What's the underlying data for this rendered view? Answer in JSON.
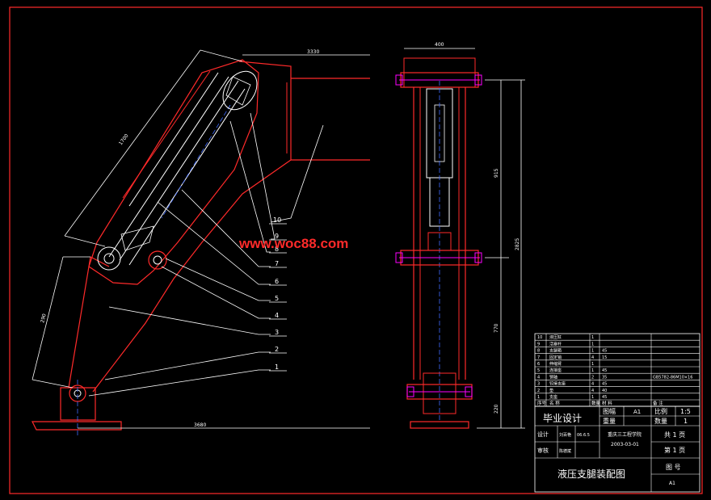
{
  "watermark": "www.woc88.com",
  "dimensions": {
    "dim_330": "3330",
    "dim_400": "400",
    "dim_1700": "1700",
    "dim_915": "915",
    "dim_2825": "2825",
    "dim_770": "770",
    "dim_290": "290",
    "dim_3680": "3680",
    "dim_220": "220"
  },
  "balloons": [
    "10",
    "9",
    "8",
    "7",
    "6",
    "5",
    "4",
    "3",
    "2",
    "1"
  ],
  "parts_list": {
    "rows": [
      {
        "no": "10",
        "name": "液压缸",
        "qty": "1",
        "mat": "",
        "note": ""
      },
      {
        "no": "9",
        "name": "活塞杆",
        "qty": "1",
        "mat": "",
        "note": ""
      },
      {
        "no": "8",
        "name": "支腿箱",
        "qty": "1",
        "mat": "45",
        "note": ""
      },
      {
        "no": "7",
        "name": "固定销",
        "qty": "4",
        "mat": "15",
        "note": ""
      },
      {
        "no": "6",
        "name": "伸缩臂",
        "qty": "1",
        "mat": "",
        "note": ""
      },
      {
        "no": "5",
        "name": "连接座",
        "qty": "1",
        "mat": "45",
        "note": ""
      },
      {
        "no": "4",
        "name": "销轴",
        "qty": "2",
        "mat": "35",
        "note": "GB5782-86M10×16"
      },
      {
        "no": "3",
        "name": "铰接支座",
        "qty": "4",
        "mat": "45",
        "note": ""
      },
      {
        "no": "2",
        "name": "垫",
        "qty": "4",
        "mat": "40",
        "note": ""
      },
      {
        "no": "1",
        "name": "支座",
        "qty": "1",
        "mat": "45",
        "note": ""
      }
    ],
    "header": {
      "no": "序号",
      "name": "名 称",
      "qty": "数量",
      "mat": "材 料",
      "note": "备 注"
    }
  },
  "title_block": {
    "project": "毕业设计",
    "sheet_size_label": "图幅",
    "sheet_size": "A1",
    "scale_label": "比例",
    "scale": "1:5",
    "weight_label": "重量",
    "qty_label": "数量",
    "qty": "1",
    "design_label": "设计",
    "designer": "刘百艳",
    "date": "06.6.5",
    "review_label": "审核",
    "reviewer": "陈德斌",
    "school": "重庆三工程学院",
    "class": "2003-03-01",
    "total_label": "共 1 页",
    "page_label": "第 1 页",
    "drawing_no_label": "图 号",
    "title": "液压支腿装配图",
    "drawing_no": "A1"
  },
  "colors": {
    "frame": "#ff2a2a",
    "outline": "#ff2a2a",
    "lines": "#ffffff",
    "center": "#3f6bff",
    "accent": "#ff00ff"
  }
}
